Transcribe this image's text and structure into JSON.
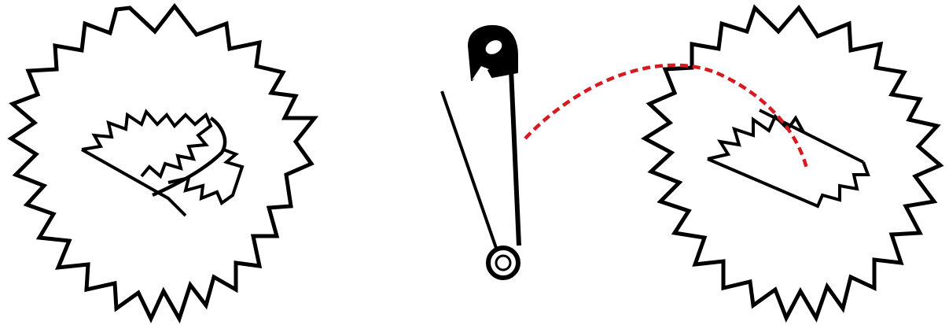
{
  "colors": {
    "background": "#ffffff",
    "outline": "#000000",
    "fill": "#ffffff",
    "guide_line": "#d71920"
  },
  "figures": [
    {
      "name": "carnation-with-pin-attached",
      "icon": "carnation-icon"
    },
    {
      "name": "safety-pin",
      "icon": "safety-pin-icon"
    },
    {
      "name": "carnation-pin-insertion-path",
      "icon": "carnation-icon"
    }
  ]
}
